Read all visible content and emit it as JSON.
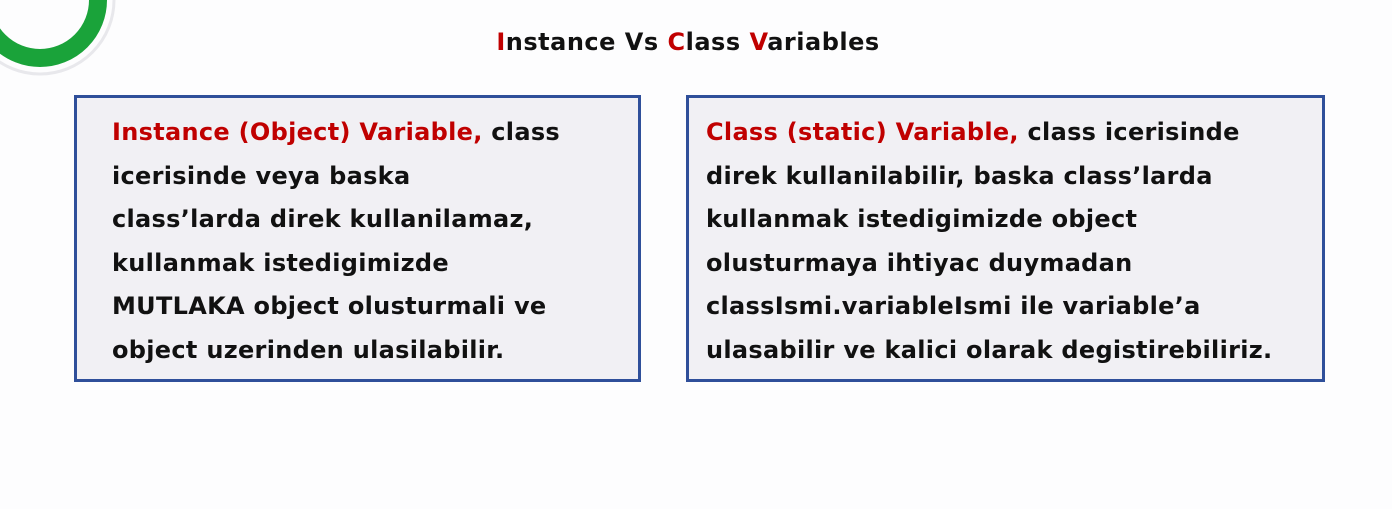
{
  "title": {
    "I": "I",
    "nstance_vs": "nstance Vs ",
    "C": "C",
    "lass": "lass ",
    "V": "V",
    "ariables": "ariables"
  },
  "colors": {
    "accent": "#c00000",
    "border": "#2f4f9a",
    "card_bg": "#f1f0f4",
    "logo": "#1aa33a"
  },
  "logo_icon": "green-ring-logo-icon",
  "instance_card": {
    "term": "Instance (Object) Variable,",
    "lines": [
      " class",
      "icerisinde veya baska",
      "class’larda direk kullanilamaz,",
      "kullanmak istedigimizde",
      "MUTLAKA object olusturmali ve",
      "object uzerinden ulasilabilir."
    ]
  },
  "class_card": {
    "term": "Class (static) Variable,",
    "lines": [
      " class icerisinde",
      "direk kullanilabilir, baska class’larda",
      "kullanmak istedigimizde object",
      "olusturmaya ihtiyac duymadan",
      "classIsmi.variableIsmi ile variable’a",
      "ulasabilir ve kalici olarak degistirebiliriz."
    ]
  }
}
